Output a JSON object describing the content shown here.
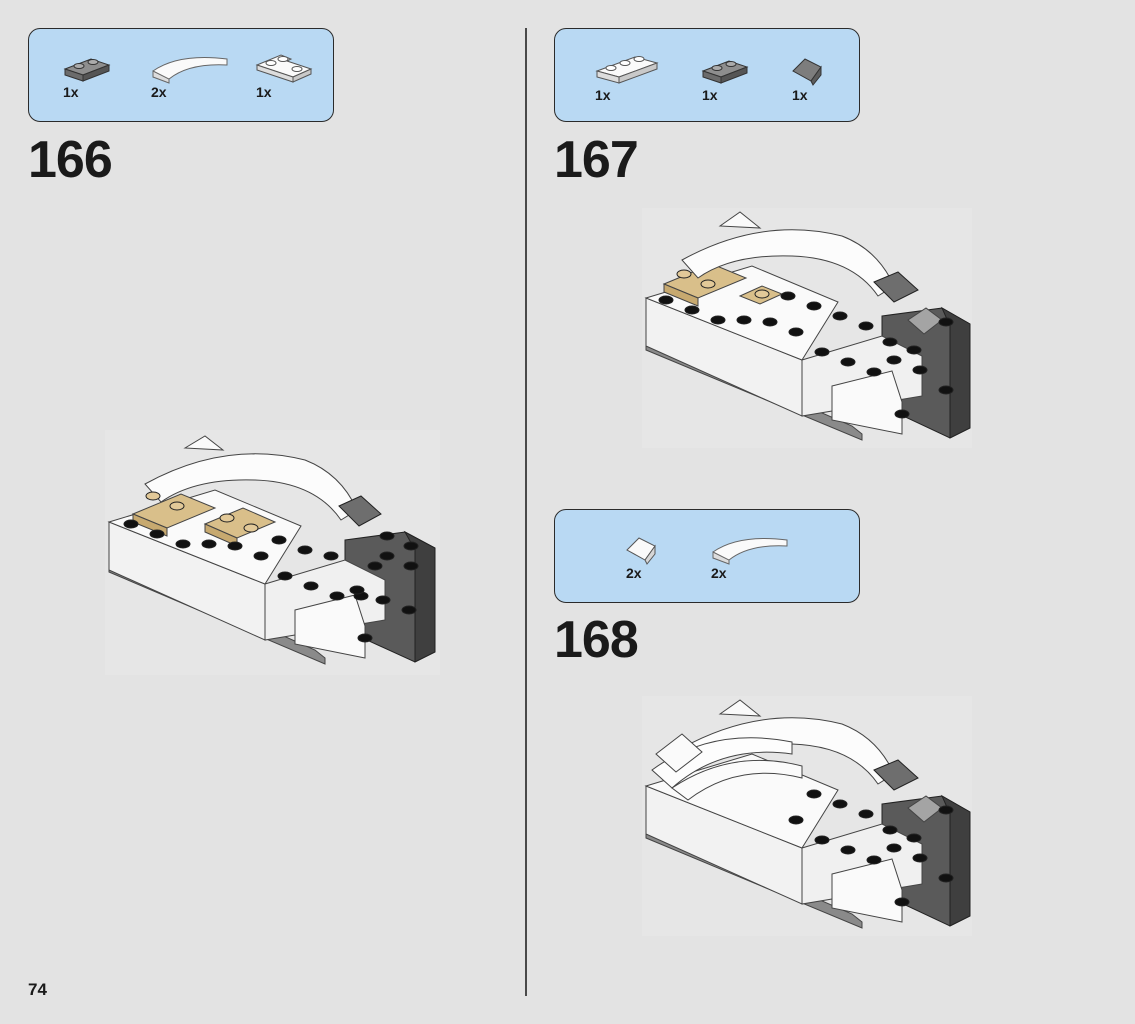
{
  "page_number": "74",
  "steps": [
    {
      "number": "166",
      "parts": [
        {
          "qty": "1x",
          "icon": "dark-gray-plate-1x2"
        },
        {
          "qty": "2x",
          "icon": "white-curved-slope"
        },
        {
          "qty": "1x",
          "icon": "white-corner-plate"
        }
      ]
    },
    {
      "number": "167",
      "parts": [
        {
          "qty": "1x",
          "icon": "white-plate-1x3"
        },
        {
          "qty": "1x",
          "icon": "dark-gray-plate-1x2"
        },
        {
          "qty": "1x",
          "icon": "dark-gray-slope"
        }
      ]
    },
    {
      "number": "168",
      "parts": [
        {
          "qty": "2x",
          "icon": "white-slope"
        },
        {
          "qty": "2x",
          "icon": "white-curved-slope"
        }
      ]
    }
  ],
  "colors": {
    "background": "#e3e3e3",
    "parts_box": "#b9d9f3",
    "white_brick": "#f4f4f4",
    "dark_brick": "#5c5c5c",
    "tan_brick": "#d9bf8a"
  }
}
